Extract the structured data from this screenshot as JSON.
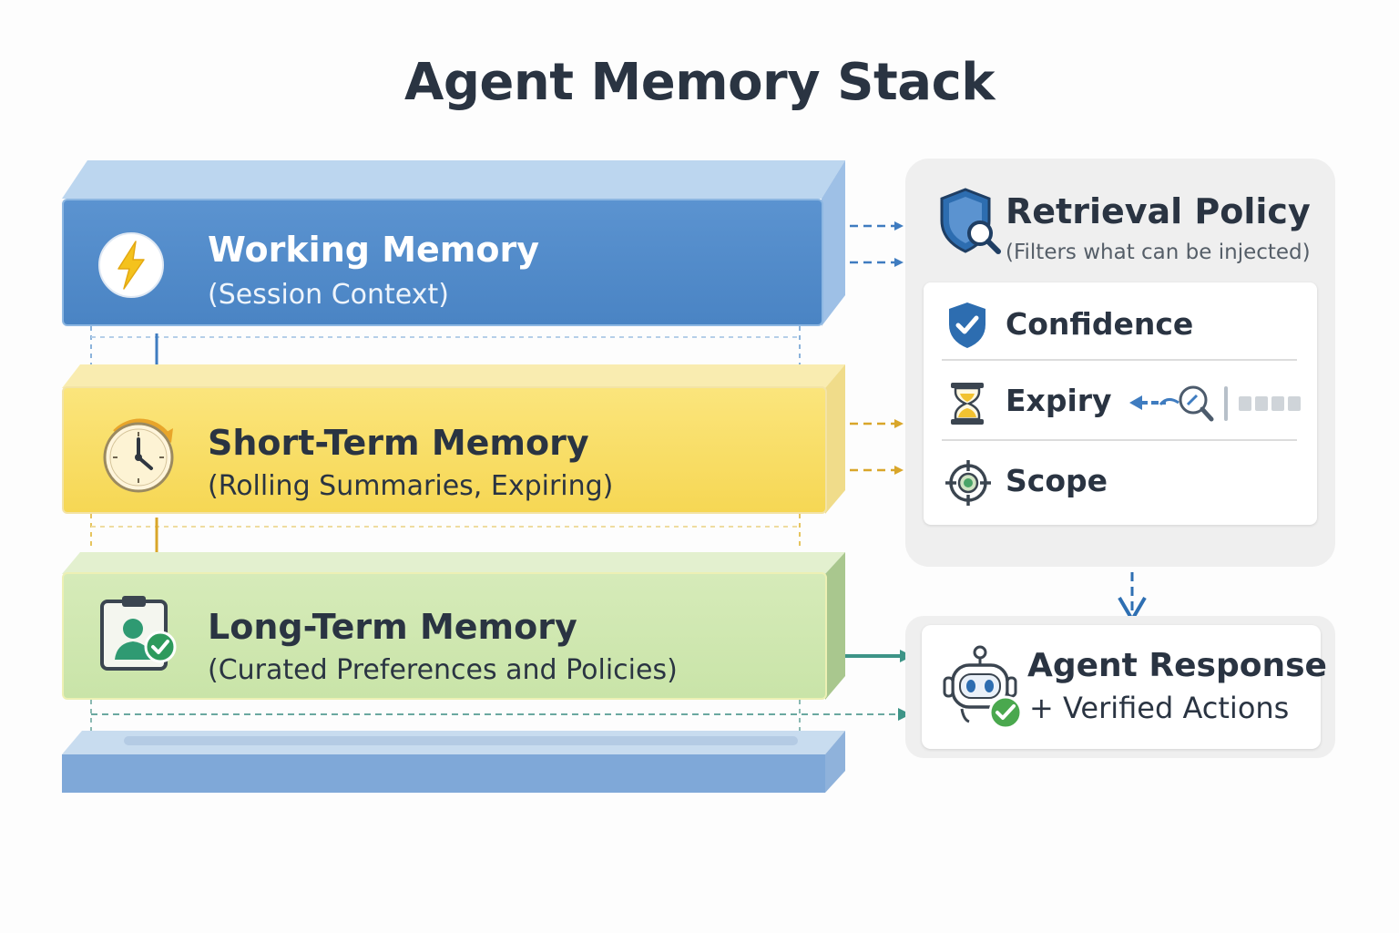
{
  "title": "Agent Memory Stack",
  "layers": [
    {
      "id": "working",
      "title": "Working Memory",
      "subtitle": "(Session Context)",
      "icon": "lightning-icon",
      "color": "#4a84c4"
    },
    {
      "id": "short",
      "title": "Short-Term Memory",
      "subtitle": "(Rolling Summaries, Expiring)",
      "icon": "clock-icon",
      "color": "#f6d754"
    },
    {
      "id": "long",
      "title": "Long-Term Memory",
      "subtitle": "(Curated Preferences and Policies)",
      "icon": "profile-check-icon",
      "color": "#c9e4a8"
    }
  ],
  "policy": {
    "title": "Retrieval Policy",
    "subtitle": "(Filters what can be injected)",
    "icon": "shield-search-icon",
    "criteria": [
      {
        "label": "Confidence",
        "icon": "shield-check-icon"
      },
      {
        "label": "Expiry",
        "icon": "hourglass-icon"
      },
      {
        "label": "Scope",
        "icon": "target-icon"
      }
    ]
  },
  "response": {
    "title": "Agent Response",
    "subtitle": "+ Verified Actions",
    "icon": "robot-check-icon"
  },
  "colors": {
    "blue": "#4a84c4",
    "yellow": "#f6d754",
    "green": "#c9e4a8",
    "teal": "#3d9487",
    "dark_blue": "#2e6fb2"
  }
}
